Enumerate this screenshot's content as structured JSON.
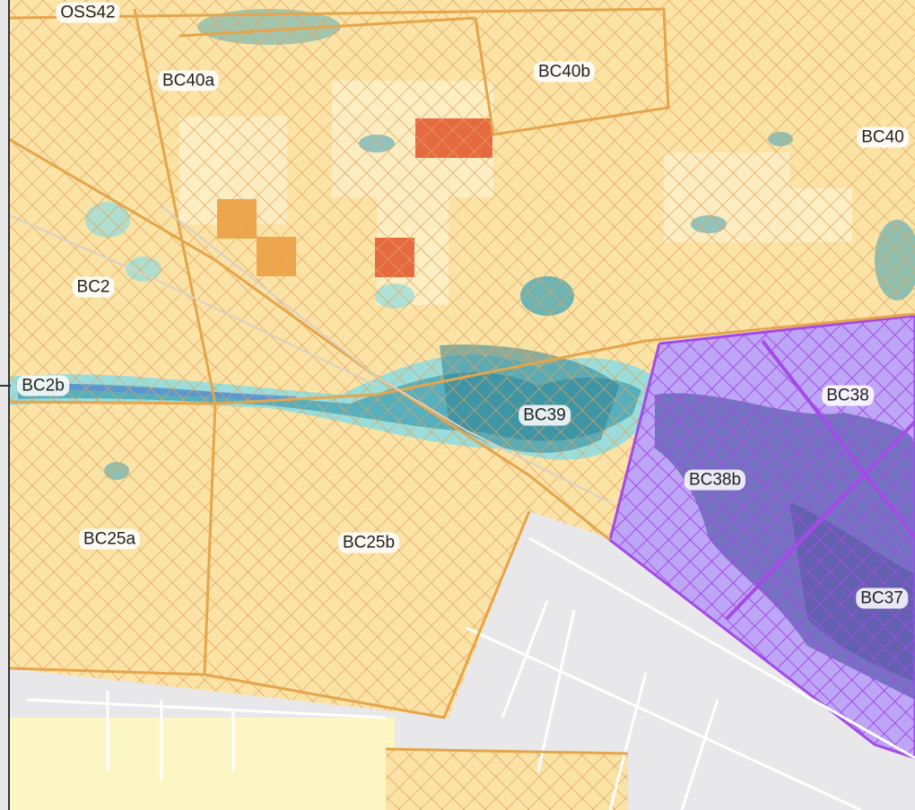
{
  "map": {
    "colors": {
      "parcel_fill": "#fbe3a6",
      "parcel_hatch": "#e3a25e",
      "parcel_border": "#e5a54b",
      "purple_fill": "#b99ef7",
      "purple_hatch": "#a44ae8",
      "flood_light": "#8fdbe0",
      "flood_mid": "#4aa7b6",
      "flood_dark": "#2b7f92",
      "highlight_red": "#e66a3f",
      "highlight_orange": "#eda64a",
      "basemap": "#e8e8ea",
      "basemap_yellow": "#fbf6c4"
    },
    "labels": [
      {
        "id": "OSS42",
        "text": "OSS42"
      },
      {
        "id": "BC40a",
        "text": "BC40a"
      },
      {
        "id": "BC40b",
        "text": "BC40b"
      },
      {
        "id": "BC40",
        "text": "BC40"
      },
      {
        "id": "BC2",
        "text": "BC2"
      },
      {
        "id": "BC2b",
        "text": "BC2b"
      },
      {
        "id": "BC39",
        "text": "BC39"
      },
      {
        "id": "BC38",
        "text": "BC38"
      },
      {
        "id": "BC38b",
        "text": "BC38b"
      },
      {
        "id": "BC37",
        "text": "BC37"
      },
      {
        "id": "BC25a",
        "text": "BC25a"
      },
      {
        "id": "BC25b",
        "text": "BC25b"
      }
    ]
  }
}
